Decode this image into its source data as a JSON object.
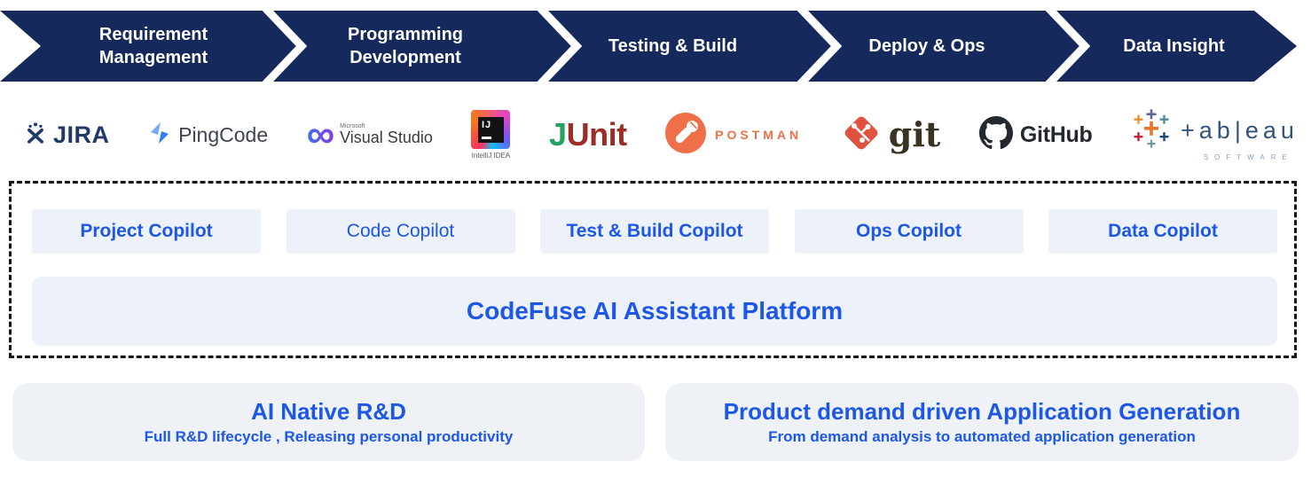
{
  "colors": {
    "band_navy": "#16295c",
    "accent_blue": "#1c57e8",
    "chip_background": "#edf1f9",
    "benefit_background": "#eef1f6",
    "jira_navy": "#1f3a68",
    "pingcode_blue": "#2e7cf6",
    "visualstudio_purple": "#8a3be0",
    "junit_green": "#25a162",
    "junit_red": "#9b2c26",
    "postman_orange": "#ef7048",
    "git_orange": "#e0523f",
    "github_black": "#24292f",
    "tableau_blue": "#31547e"
  },
  "pipeline": {
    "stages": [
      {
        "label": "Requirement Management"
      },
      {
        "label": "Programming Development"
      },
      {
        "label": "Testing & Build"
      },
      {
        "label": "Deploy & Ops"
      },
      {
        "label": "Data Insight"
      }
    ]
  },
  "tools": {
    "jira": {
      "name": "JIRA"
    },
    "pingcode": {
      "name": "PingCode"
    },
    "visualstudio": {
      "infinity": "∞",
      "brand": "Microsoft",
      "name": "Visual Studio"
    },
    "intellij": {
      "monogram": "IJ",
      "caption": "IntelliJ IDEA"
    },
    "junit": {
      "j": "J",
      "rest": "Unit"
    },
    "postman": {
      "name": "POSTMAN"
    },
    "git": {
      "name": "git"
    },
    "github": {
      "name": "GitHub"
    },
    "tableau": {
      "word": "+ab|eau",
      "caption": "SOFTWARE"
    }
  },
  "copilots": [
    {
      "label": "Project Copilot"
    },
    {
      "label": "Code Copilot"
    },
    {
      "label": "Test & Build Copilot"
    },
    {
      "label": "Ops Copilot"
    },
    {
      "label": "Data Copilot"
    }
  ],
  "platform": {
    "title": "CodeFuse AI Assistant Platform"
  },
  "benefits": [
    {
      "title": "AI Native R&D",
      "subtitle": "Full R&D lifecycle , Releasing personal productivity"
    },
    {
      "title": "Product demand driven Application Generation",
      "subtitle": "From demand analysis to automated application generation"
    }
  ]
}
